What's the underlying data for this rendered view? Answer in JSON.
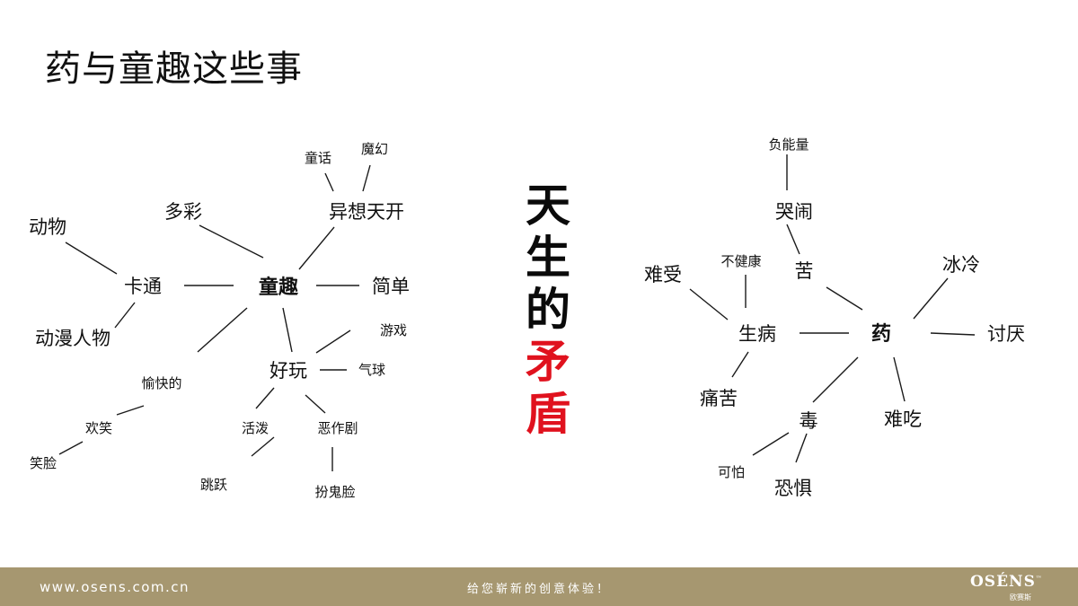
{
  "slide": {
    "title": "药与童趣这些事"
  },
  "center_text": [
    {
      "char": "天",
      "color": "#0a0a0a"
    },
    {
      "char": "生",
      "color": "#0a0a0a"
    },
    {
      "char": "的",
      "color": "#0a0a0a"
    },
    {
      "char": "矛",
      "color": "#e0121e"
    },
    {
      "char": "盾",
      "color": "#e0121e"
    }
  ],
  "left_map": {
    "center": "童趣",
    "nodes": [
      "异想天开",
      "童话",
      "魔幻",
      "多彩",
      "卡通",
      "动物",
      "动漫人物",
      "简单",
      "好玩",
      "游戏",
      "气球",
      "活泼",
      "恶作剧",
      "跳跃",
      "扮鬼脸",
      "愉快的",
      "欢笑",
      "笑脸"
    ]
  },
  "right_map": {
    "center": "药",
    "nodes": [
      "负能量",
      "哭闹",
      "苦",
      "冰冷",
      "讨厌",
      "生病",
      "不健康",
      "难受",
      "痛苦",
      "毒",
      "可怕",
      "恐惧",
      "难吃"
    ]
  },
  "footer": {
    "url": "www.osens.com.cn",
    "slogan": "给您崭新的创意体验！",
    "logo": "OSÉNS",
    "logo_tm": "™",
    "logo_sub": "欧赛斯"
  },
  "colors": {
    "footer_bg": "#a69770",
    "accent_red": "#e0121e",
    "text": "#111111"
  }
}
